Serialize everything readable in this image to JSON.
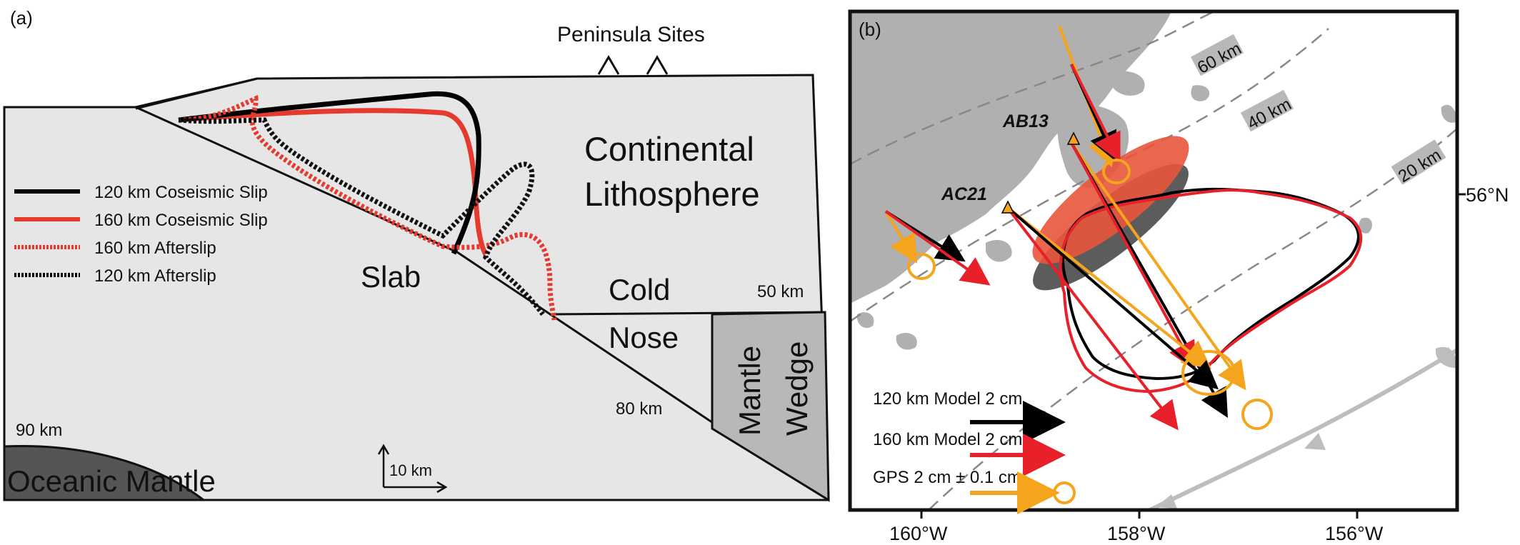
{
  "panel_a": {
    "label": "(a)",
    "peninsula_label": "Peninsula Sites",
    "continental_line1": "Continental",
    "continental_line2": "Lithosphere",
    "slab_label": "Slab",
    "cold_label": "Cold",
    "nose_label": "Nose",
    "mantle_label": "Mantle",
    "wedge_label": "Wedge",
    "oceanic_label": "Oceanic Mantle",
    "depth_50": "50 km",
    "depth_80": "80 km",
    "depth_90": "90 km",
    "scale_label": "10 km",
    "legend": [
      {
        "label": "120 km Coseismic Slip",
        "color": "#000000",
        "style": "solid"
      },
      {
        "label": "160 km Coseismic Slip",
        "color": "#e53a2e",
        "style": "solid"
      },
      {
        "label": "160 km Afterslip",
        "color": "#e53a2e",
        "style": "dotted"
      },
      {
        "label": "120 km Afterslip",
        "color": "#000000",
        "style": "dotted"
      }
    ],
    "colors": {
      "lithosphere": "#e6e6e6",
      "wedge": "#b8b8b8",
      "oceanic": "#555555"
    }
  },
  "panel_b": {
    "label": "(b)",
    "contours": [
      "60 km",
      "40 km",
      "20 km"
    ],
    "stations": [
      "AB13",
      "AC21"
    ],
    "lon_ticks": [
      "160°W",
      "158°W",
      "156°W"
    ],
    "lat_tick": "56°N",
    "legend": [
      {
        "label": "120 km Model 2 cm",
        "color": "#000000"
      },
      {
        "label": "160 km Model 2 cm",
        "color": "#e8202a"
      },
      {
        "label": "GPS 2 cm ± 0.1 cm",
        "color": "#f5a41d"
      }
    ],
    "colors": {
      "land": "#b0b0b0",
      "ellipse_red": "#e8553b",
      "ellipse_black": "#333333",
      "trench": "#bdbdbd"
    }
  }
}
